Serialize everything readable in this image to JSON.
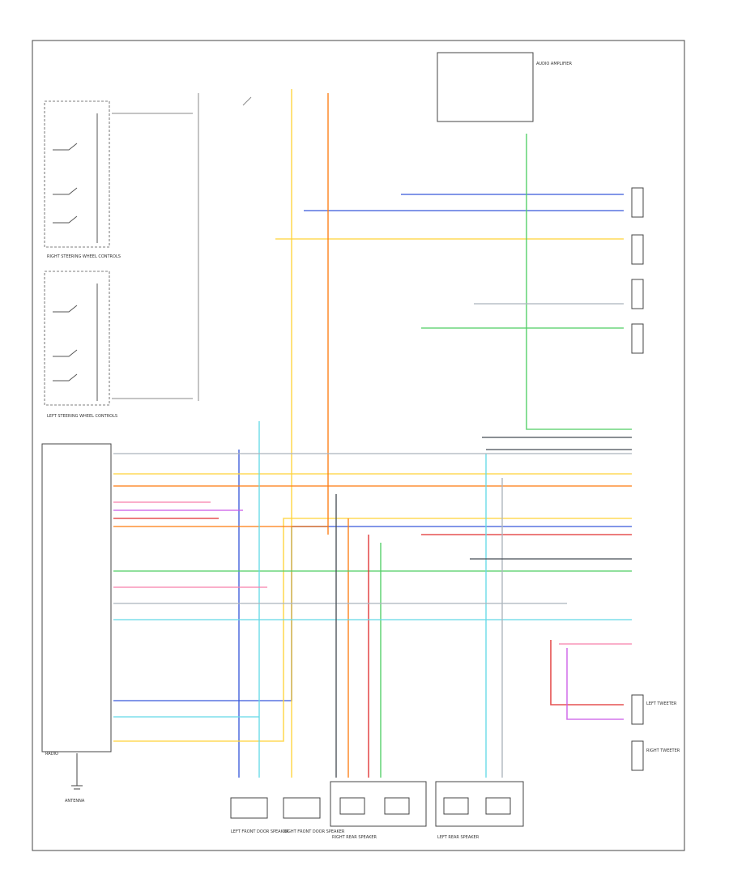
{
  "page": {
    "corner_label": ""
  },
  "components": {
    "radio_label": "RADIO",
    "antenna_label": "ANTENNA",
    "right_steering_wheel_controls": "RIGHT STEERING WHEEL CONTROLS",
    "left_steering_wheel_controls": "LEFT STEERING WHEEL CONTROLS",
    "amp_label": "AUDIO AMPLIFIER",
    "lf_door_speaker": "LEFT FRONT DOOR SPEAKER",
    "rf_door_speaker": "RIGHT FRONT DOOR SPEAKER",
    "right_rear_speaker": "RIGHT REAR SPEAKER",
    "left_rear_speaker": "LEFT REAR SPEAKER",
    "right_tweeter": "RIGHT TWEETER",
    "left_tweeter": "LEFT TWEETER"
  },
  "wires": [
    {
      "color": "#3b5bdb"
    },
    {
      "color": "#ffd43b"
    },
    {
      "color": "#fd7e14"
    },
    {
      "color": "#51cf66"
    },
    {
      "color": "#e03131"
    },
    {
      "color": "#66d9e8"
    },
    {
      "color": "#cc5de8"
    },
    {
      "color": "#adb5bd"
    },
    {
      "color": "#495057"
    },
    {
      "color": "#f783ac"
    }
  ]
}
